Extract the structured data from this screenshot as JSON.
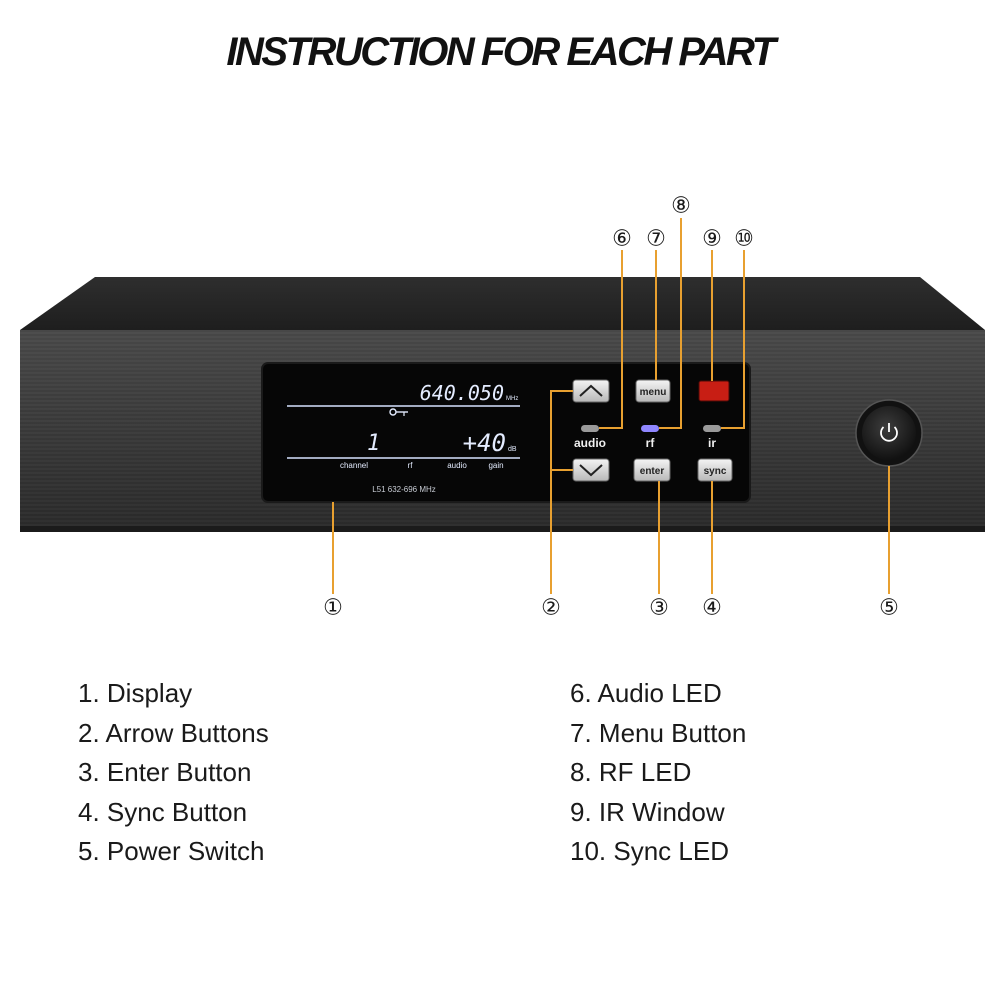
{
  "title": "INSTRUCTION FOR EACH PART",
  "callouts": [
    "①",
    "②",
    "③",
    "④",
    "⑤",
    "⑥",
    "⑦",
    "⑧",
    "⑨",
    "⑩"
  ],
  "display": {
    "frequency": "640.050",
    "frequency_unit": "MHz",
    "channel_value": "1",
    "gain_value": "+40",
    "gain_unit": "dB",
    "labels": [
      "channel",
      "rf",
      "audio",
      "gain"
    ],
    "band": "L51 632-696 MHz"
  },
  "buttons": {
    "menu": "menu",
    "enter": "enter",
    "sync": "sync"
  },
  "led_labels": {
    "audio": "audio",
    "rf": "rf",
    "ir": "ir"
  },
  "colors": {
    "callout_line": "#e8a030",
    "rf_led": "#8f86ff",
    "ir_window": "#c81e14",
    "lcd_text": "#e4ecff"
  },
  "legend_left": [
    "1. Display",
    "2. Arrow Buttons",
    "3. Enter Button",
    "4. Sync Button",
    "5. Power Switch"
  ],
  "legend_right": [
    "6. Audio LED",
    "7. Menu Button",
    "8. RF LED",
    "9. IR Window",
    "10. Sync LED"
  ]
}
